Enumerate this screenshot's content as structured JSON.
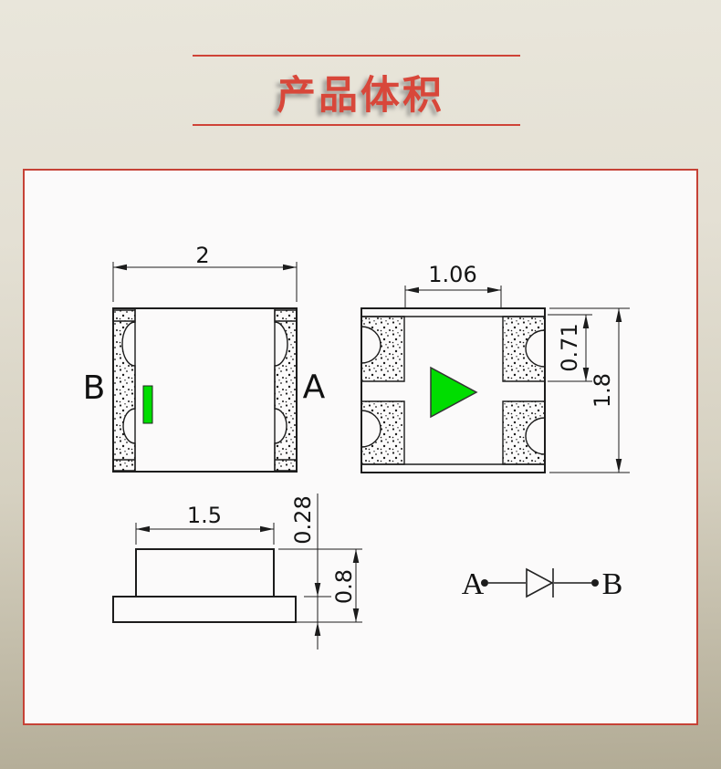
{
  "title": "产品体积",
  "views": {
    "top_view": {
      "dim_width": "2",
      "label_left": "B",
      "label_right": "A"
    },
    "bottom_view": {
      "dim_pad_gap": "1.06",
      "dim_pad_height": "0.71",
      "dim_height": "1.8"
    },
    "side_view": {
      "dim_top_width": "1.5",
      "dim_base_thickness": "0.28",
      "dim_total_height": "0.8"
    },
    "circuit": {
      "label_anode": "A",
      "label_cathode": "B"
    }
  },
  "colors": {
    "accent_red": "#cf4337",
    "title_red": "#d8473a",
    "led_green": "#00dd00"
  }
}
